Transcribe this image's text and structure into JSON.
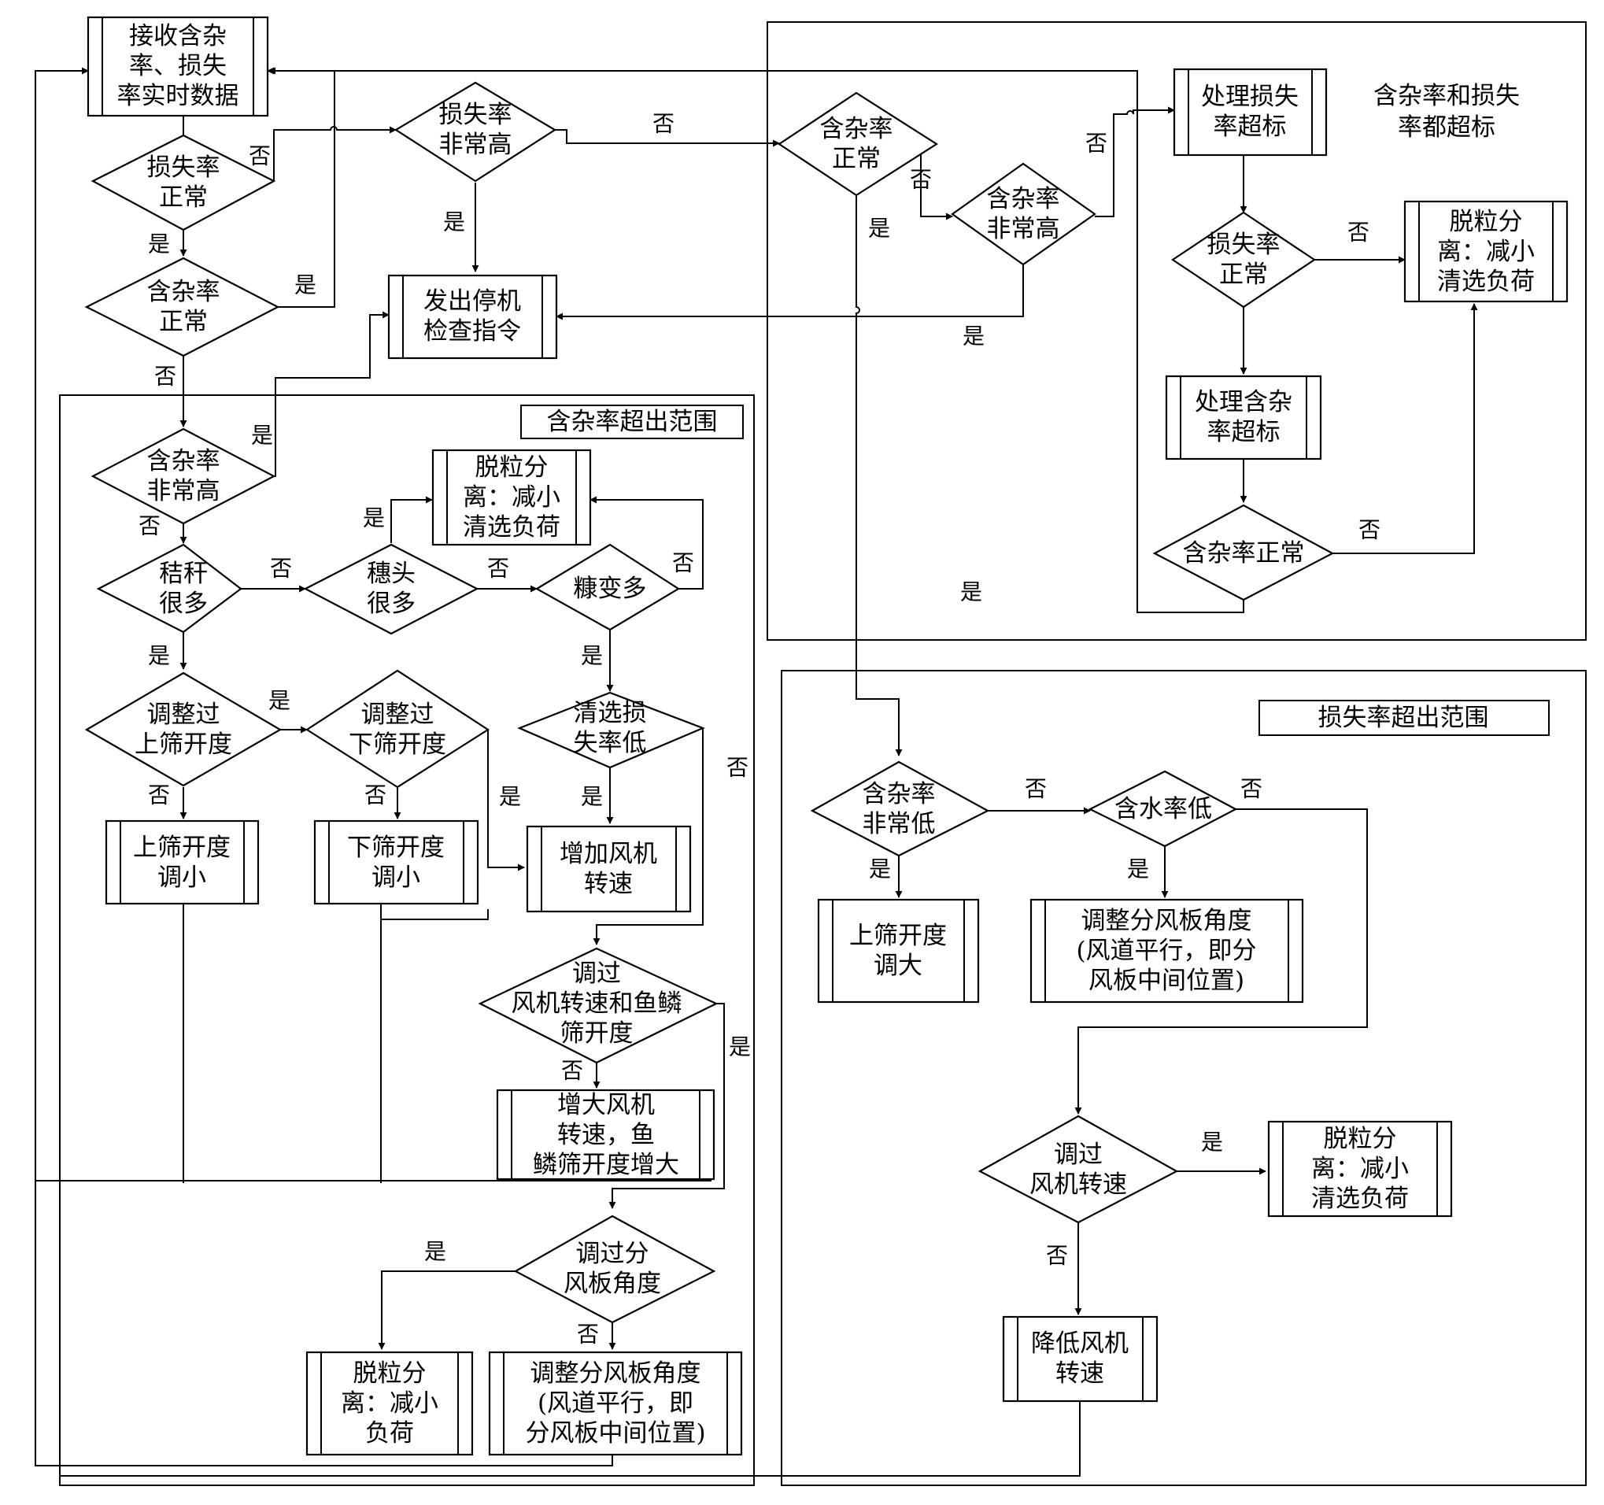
{
  "diagram": {
    "regions": {
      "impurity_range": "含杂率超出范围",
      "loss_range": "损失率超出范围",
      "both_exceed": [
        "含杂率和损失",
        "率都超标"
      ]
    },
    "nodes": {
      "receive_data": [
        "接收含杂",
        "率、损失",
        "率实时数据"
      ],
      "loss_normal": [
        "损失率",
        "正常"
      ],
      "impurity_normal_1": [
        "含杂率",
        "正常"
      ],
      "loss_very_high": [
        "损失率",
        "非常高"
      ],
      "stop_command": [
        "发出停机",
        "检查指令"
      ],
      "impurity_normal_2": [
        "含杂率",
        "正常"
      ],
      "impurity_very_high_2": [
        "含杂率",
        "非常高"
      ],
      "handle_loss": [
        "处理损失",
        "率超标"
      ],
      "loss_normal_2": [
        "损失率",
        "正常"
      ],
      "thresh_reduce_1": [
        "脱粒分",
        "离：减小",
        "清选负荷"
      ],
      "handle_impurity": [
        "处理含杂",
        "率超标"
      ],
      "impurity_normal_3": "含杂率正常",
      "impurity_very_high_1": [
        "含杂率",
        "非常高"
      ],
      "straw_many": [
        "秸秆",
        "很多"
      ],
      "ear_many": [
        "穗头",
        "很多"
      ],
      "chaff_more": "糠变多",
      "thresh_reduce_2": [
        "脱粒分",
        "离：减小",
        "清选负荷"
      ],
      "adjusted_upper": [
        "调整过",
        "上筛开度"
      ],
      "adjusted_lower": [
        "调整过",
        "下筛开度"
      ],
      "clean_loss_low": [
        "清选损",
        "失率低"
      ],
      "upper_smaller": [
        "上筛开度",
        "调小"
      ],
      "lower_smaller": [
        "下筛开度",
        "调小"
      ],
      "increase_fan": [
        "增加风机",
        "转速"
      ],
      "adjusted_fan_fish": [
        "调过",
        "风机转速和鱼鳞",
        "筛开度"
      ],
      "increase_fan_fish": [
        "增大风机",
        "转速，鱼",
        "鳞筛开度增大"
      ],
      "adjusted_divider": [
        "调过分",
        "风板角度"
      ],
      "thresh_reduce_load": [
        "脱粒分",
        "离：减小",
        "负荷"
      ],
      "adjust_divider_1": [
        "调整分风板角度",
        "(风道平行，即",
        "分风板中间位置)"
      ],
      "impurity_very_low": [
        "含杂率",
        "非常低"
      ],
      "moisture_low": "含水率低",
      "upper_larger": [
        "上筛开度",
        "调大"
      ],
      "adjust_divider_2": [
        "调整分风板角度",
        "(风道平行，即分",
        "风板中间位置)"
      ],
      "adjusted_fan": [
        "调过",
        "风机转速"
      ],
      "thresh_reduce_3": [
        "脱粒分",
        "离：减小",
        "清选负荷"
      ],
      "reduce_fan": [
        "降低风机",
        "转速"
      ]
    },
    "labels": {
      "yes": "是",
      "no": "否"
    }
  }
}
